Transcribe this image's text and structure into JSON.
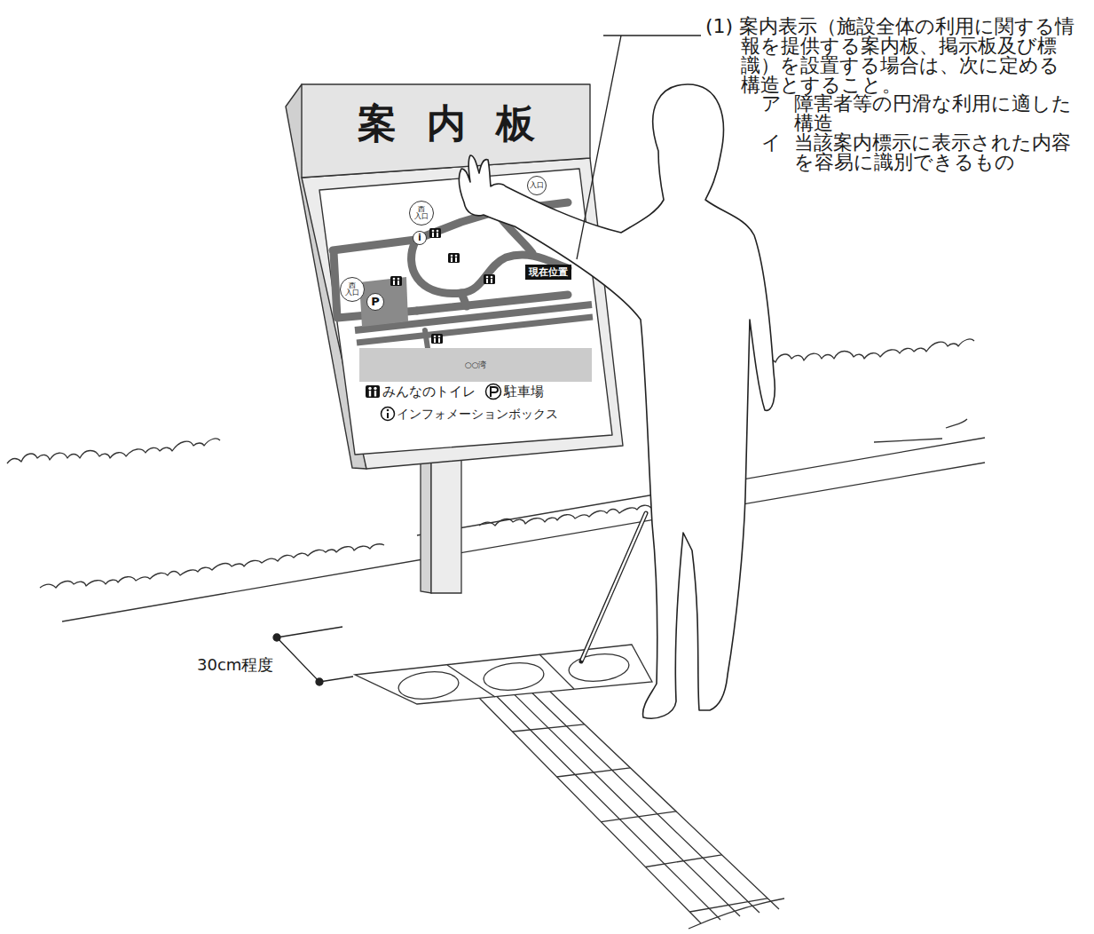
{
  "diagram": {
    "nodes": [
      {
        "text": [
          "案内板"
        ]
      },
      {
        "text": [
          "入口"
        ],
        "in": 0
      },
      {
        "text": [
          "西 入口"
        ],
        "in": 0
      },
      {
        "text": [
          "i"
        ],
        "in": 0
      },
      {
        "text": [
          "現在位置"
        ],
        "in": 0
      },
      {
        "text": [
          "西 入口"
        ],
        "in": 0
      },
      {
        "text": [
          "P"
        ],
        "in": 0
      },
      {
        "text": [
          "○○湾"
        ],
        "in": 0
      }
    ],
    "labels": [
      "(1) 案内表示（施設全体の利用に関する情報を提供する案内板、掲示板及び標識）を設置する場合は、次に定める構造とすること。",
      "ア",
      "障害者等の円滑な利用に適した構造",
      "イ",
      "当該案内標示に表示された内容を容易に識別できるもの",
      "30cm程度"
    ],
    "legend": [
      {
        "text": "みんなのトイレ"
      },
      {
        "text": "駐車場"
      },
      {
        "text": "インフォメーションボックス"
      }
    ]
  }
}
